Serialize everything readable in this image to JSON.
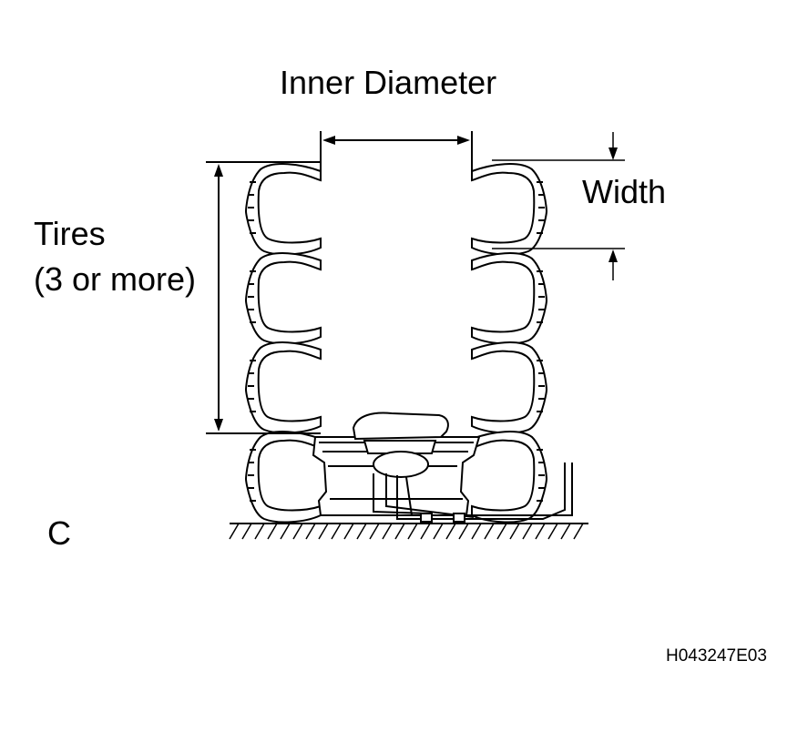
{
  "labels": {
    "inner_diameter": "Inner Diameter",
    "width": "Width",
    "tires_line1": "Tires",
    "tires_line2": "(3 or more)",
    "step": "C",
    "figure_code": "H043247E03"
  },
  "colors": {
    "line": "#000000",
    "background": "#ffffff"
  }
}
